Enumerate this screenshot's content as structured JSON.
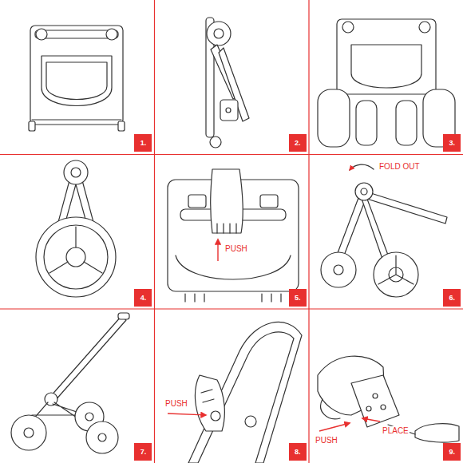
{
  "diagram": {
    "nodes": [
      {
        "text": [
          "1."
        ]
      },
      {
        "text": [
          "2."
        ]
      },
      {
        "text": [
          "3."
        ]
      },
      {
        "text": [
          "4."
        ]
      },
      {
        "text": [
          "5."
        ]
      },
      {
        "text": [
          "6."
        ]
      },
      {
        "text": [
          "7."
        ]
      },
      {
        "text": [
          "8."
        ]
      },
      {
        "text": [
          "9."
        ]
      }
    ],
    "labels": [
      "PUSH",
      "FOLD OUT",
      "PUSH",
      "PUSH",
      "PLACE"
    ]
  }
}
